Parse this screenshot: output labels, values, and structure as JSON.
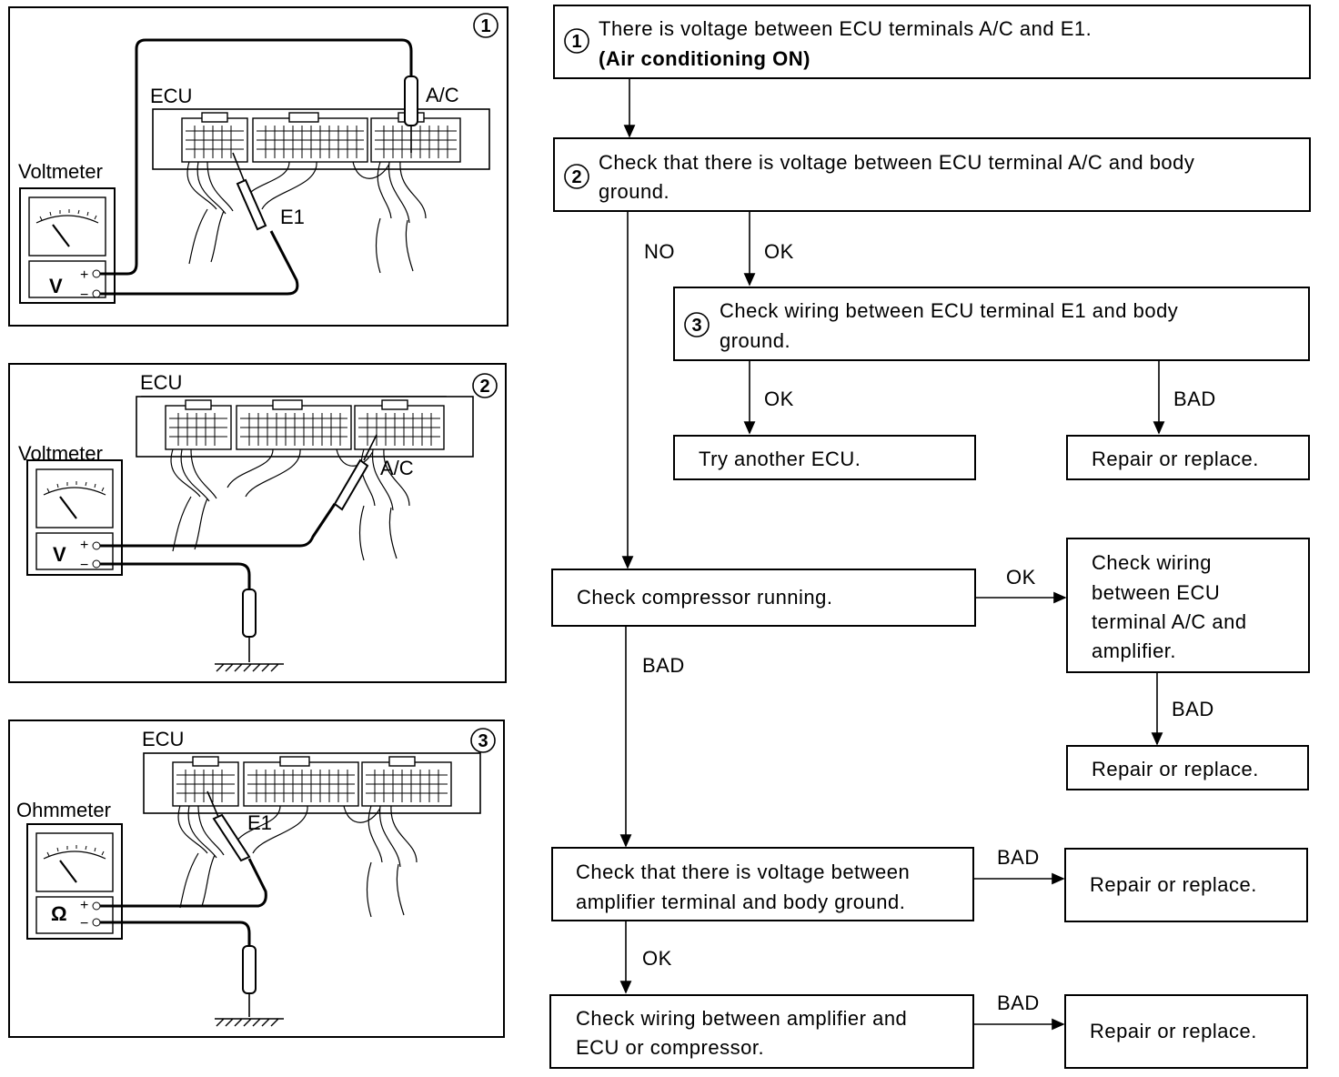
{
  "panels": [
    {
      "number": "1",
      "meter": "Voltmeter",
      "unit": "V",
      "ecu": "ECU",
      "probe_a": "A/C",
      "probe_b": "E1",
      "plus": "+",
      "minus": "−"
    },
    {
      "number": "2",
      "meter": "Voltmeter",
      "unit": "V",
      "ecu": "ECU",
      "probe_a": "A/C",
      "plus": "+",
      "minus": "−"
    },
    {
      "number": "3",
      "meter": "Ohmmeter",
      "unit": "Ω",
      "ecu": "ECU",
      "probe_b": "E1",
      "plus": "+",
      "minus": "−"
    }
  ],
  "flow": {
    "step1": {
      "num": "1",
      "line1": "There is voltage between ECU terminals A/C and E1.",
      "line2": "(Air conditioning ON)"
    },
    "step2": {
      "num": "2",
      "line1": "Check that there is voltage between ECU terminal A/C and body",
      "line2": "ground."
    },
    "step3": {
      "num": "3",
      "line1": "Check wiring between ECU terminal E1 and body",
      "line2": "ground."
    },
    "try_ecu": "Try another ECU.",
    "repair": "Repair or replace.",
    "compressor": "Check compressor running.",
    "wiring_amp": [
      "Check wiring",
      "between ECU",
      "terminal A/C and",
      "amplifier."
    ],
    "voltage_amp": [
      "Check that there is voltage between",
      "amplifier terminal and body ground."
    ],
    "wiring_comp": [
      "Check wiring between amplifier and",
      "ECU or compressor."
    ],
    "labels": {
      "no": "NO",
      "ok": "OK",
      "bad": "BAD"
    }
  }
}
